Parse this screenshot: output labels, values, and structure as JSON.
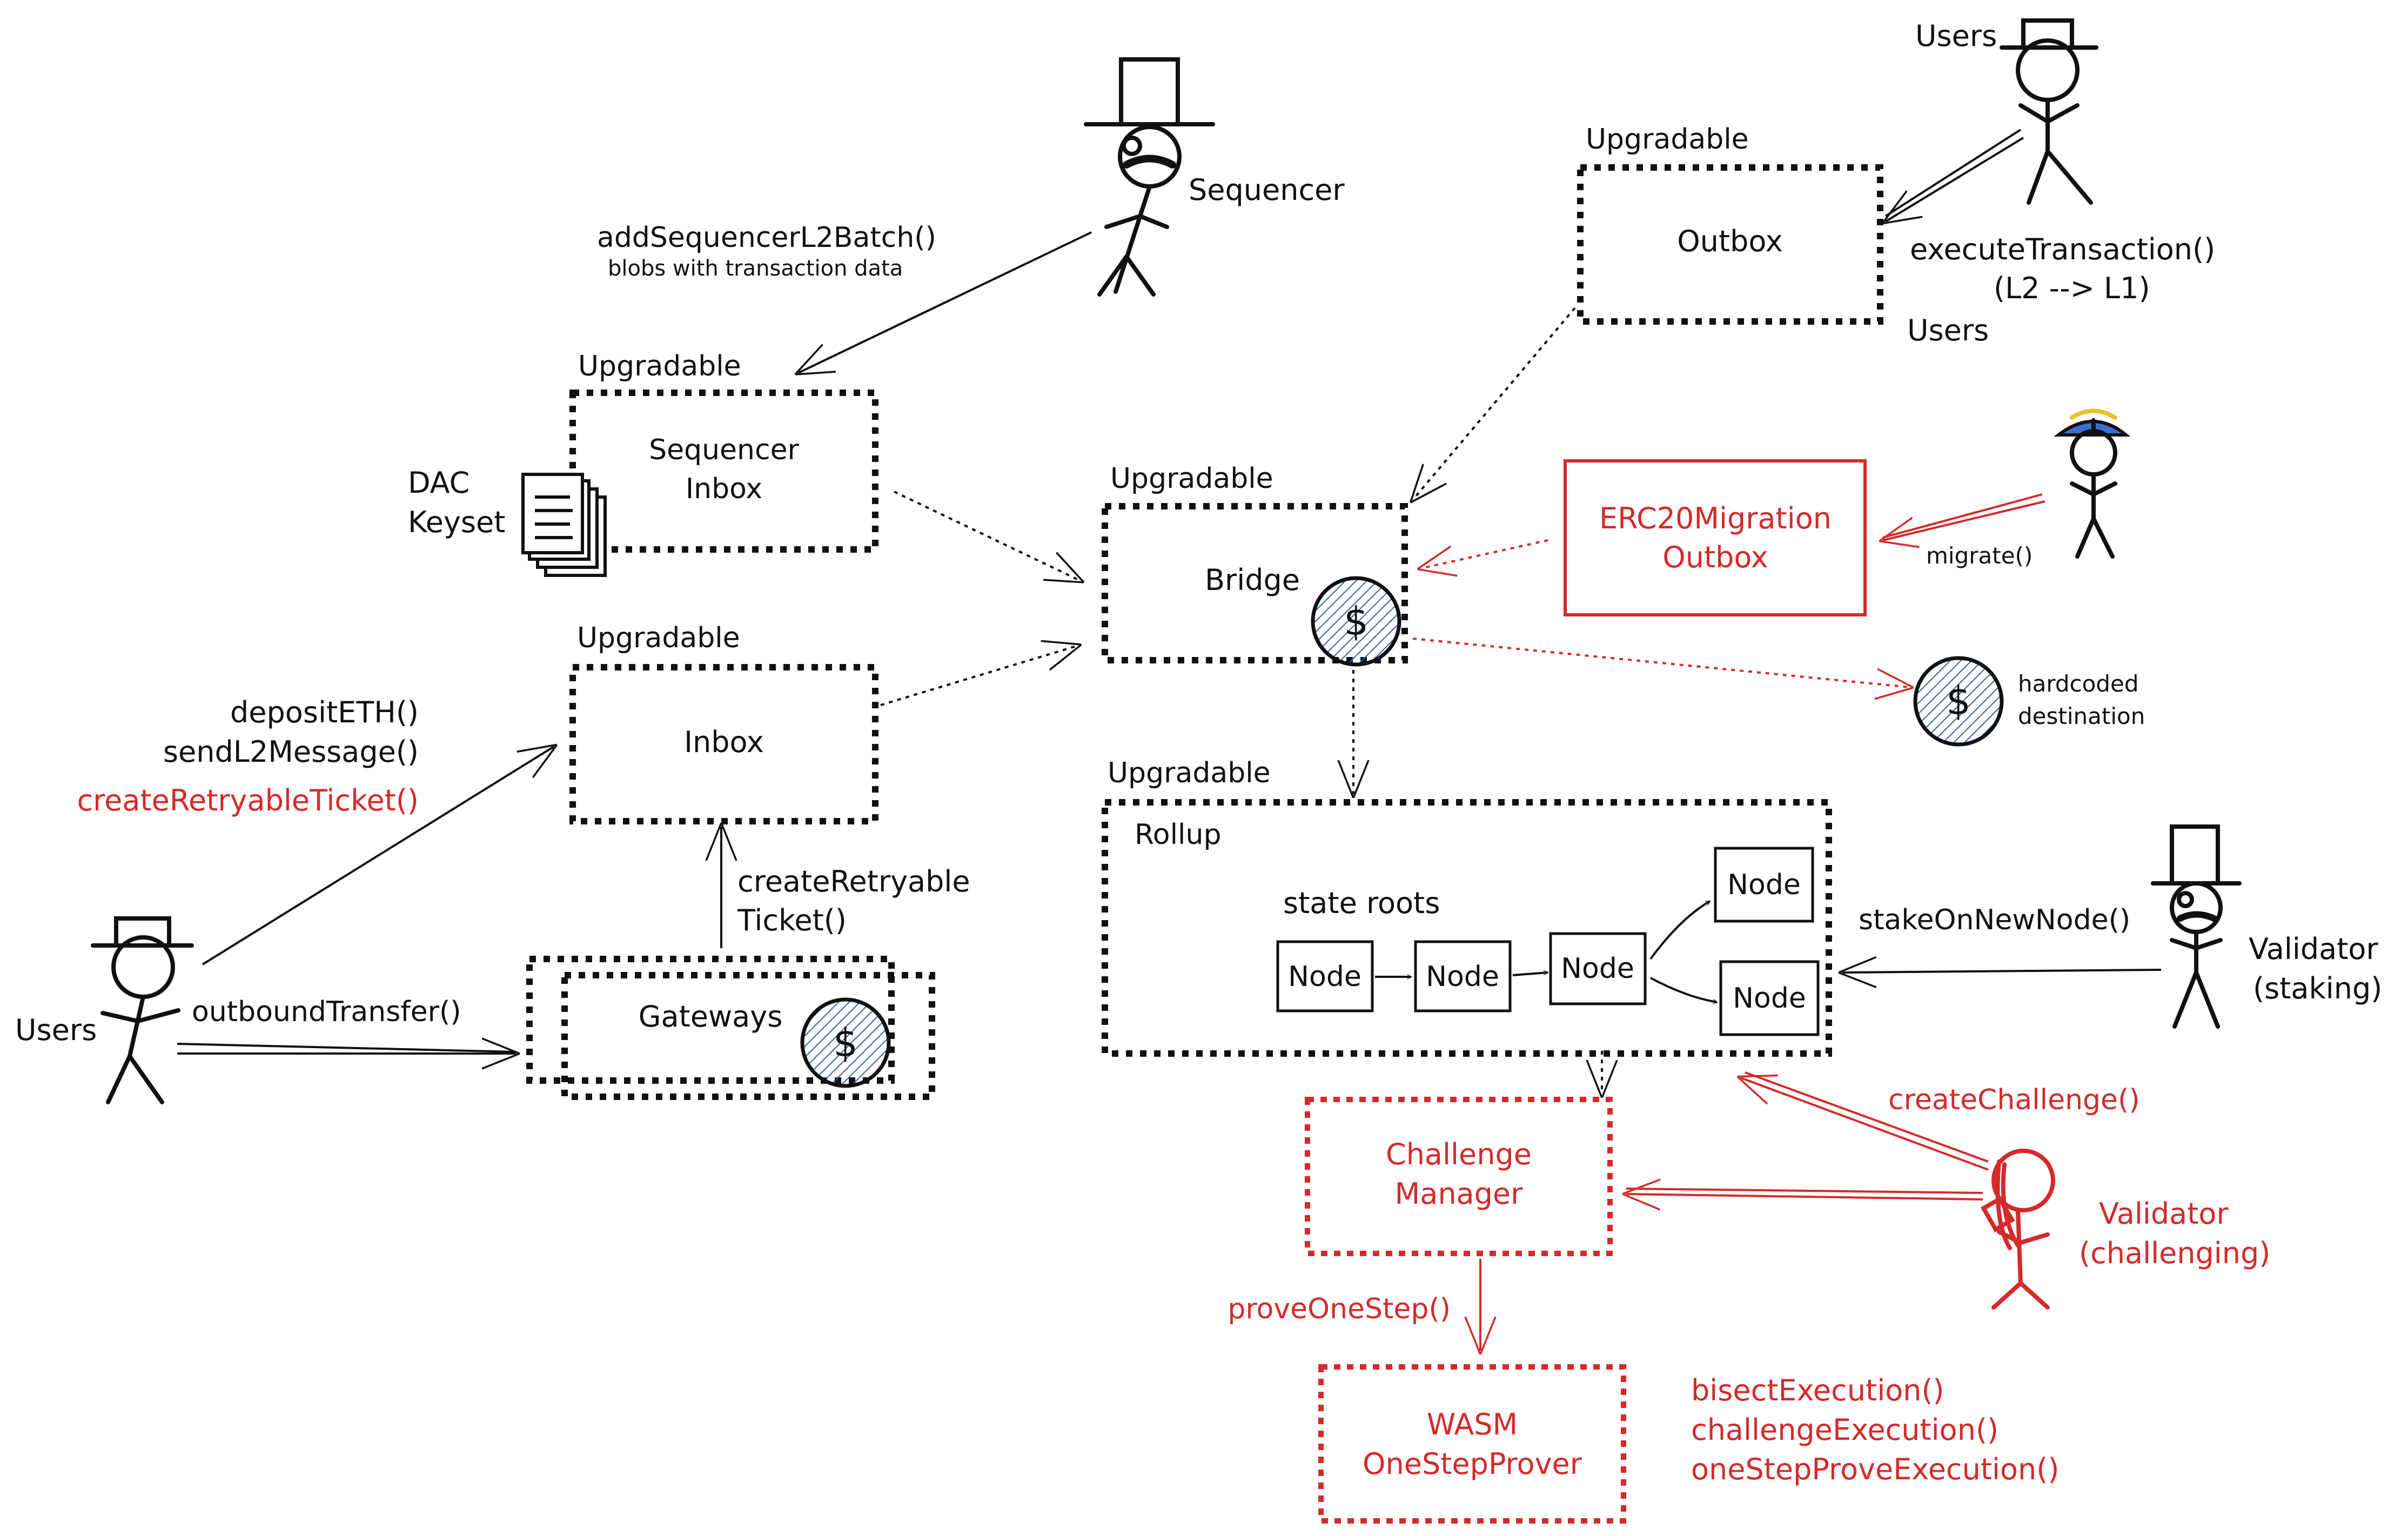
{
  "colors": {
    "ink": "#111111",
    "accent": "#d42a2a",
    "coin_fill": "#3b5bb5",
    "cap_blue": "#3b6fd6",
    "prop_yellow": "#e8c12a"
  },
  "labels": {
    "upgradable": "Upgradable",
    "users": "Users",
    "sequencer": "Sequencer",
    "validator_staking_1": "Validator",
    "validator_staking_2": "(staking)",
    "validator_challenging_1": "Validator",
    "validator_challenging_2": "(challenging)",
    "dac_1": "DAC",
    "dac_2": "Keyset",
    "hardcoded_1": "hardcoded",
    "hardcoded_2": "destination",
    "dollar": "$"
  },
  "boxes": {
    "sequencer_inbox_1": "Sequencer",
    "sequencer_inbox_2": "Inbox",
    "inbox": "Inbox",
    "gateways": "Gateways",
    "bridge": "Bridge",
    "outbox": "Outbox",
    "erc20_1": "ERC20Migration",
    "erc20_2": "Outbox",
    "rollup": "Rollup",
    "state_roots": "state roots",
    "node": "Node",
    "challenge_1": "Challenge",
    "challenge_2": "Manager",
    "wasm_1": "WASM",
    "wasm_2": "OneStepProver"
  },
  "calls": {
    "add_batch": "addSequencerL2Batch()",
    "blobs": "blobs with transaction data",
    "deposit_eth": "depositETH()",
    "send_l2": "sendL2Message()",
    "create_retryable": "createRetryableTicket()",
    "create_retryable_1": "createRetryable",
    "create_retryable_2": "Ticket()",
    "outbound": "outboundTransfer()",
    "execute_tx": "executeTransaction()",
    "l2_l1": "(L2 --> L1)",
    "migrate": "migrate()",
    "stake": "stakeOnNewNode()",
    "create_challenge": "createChallenge()",
    "prove_one_step": "proveOneStep()",
    "bisect": "bisectExecution()",
    "challenge_exec": "challengeExecution()",
    "one_step_prove": "oneStepProveExecution()"
  }
}
